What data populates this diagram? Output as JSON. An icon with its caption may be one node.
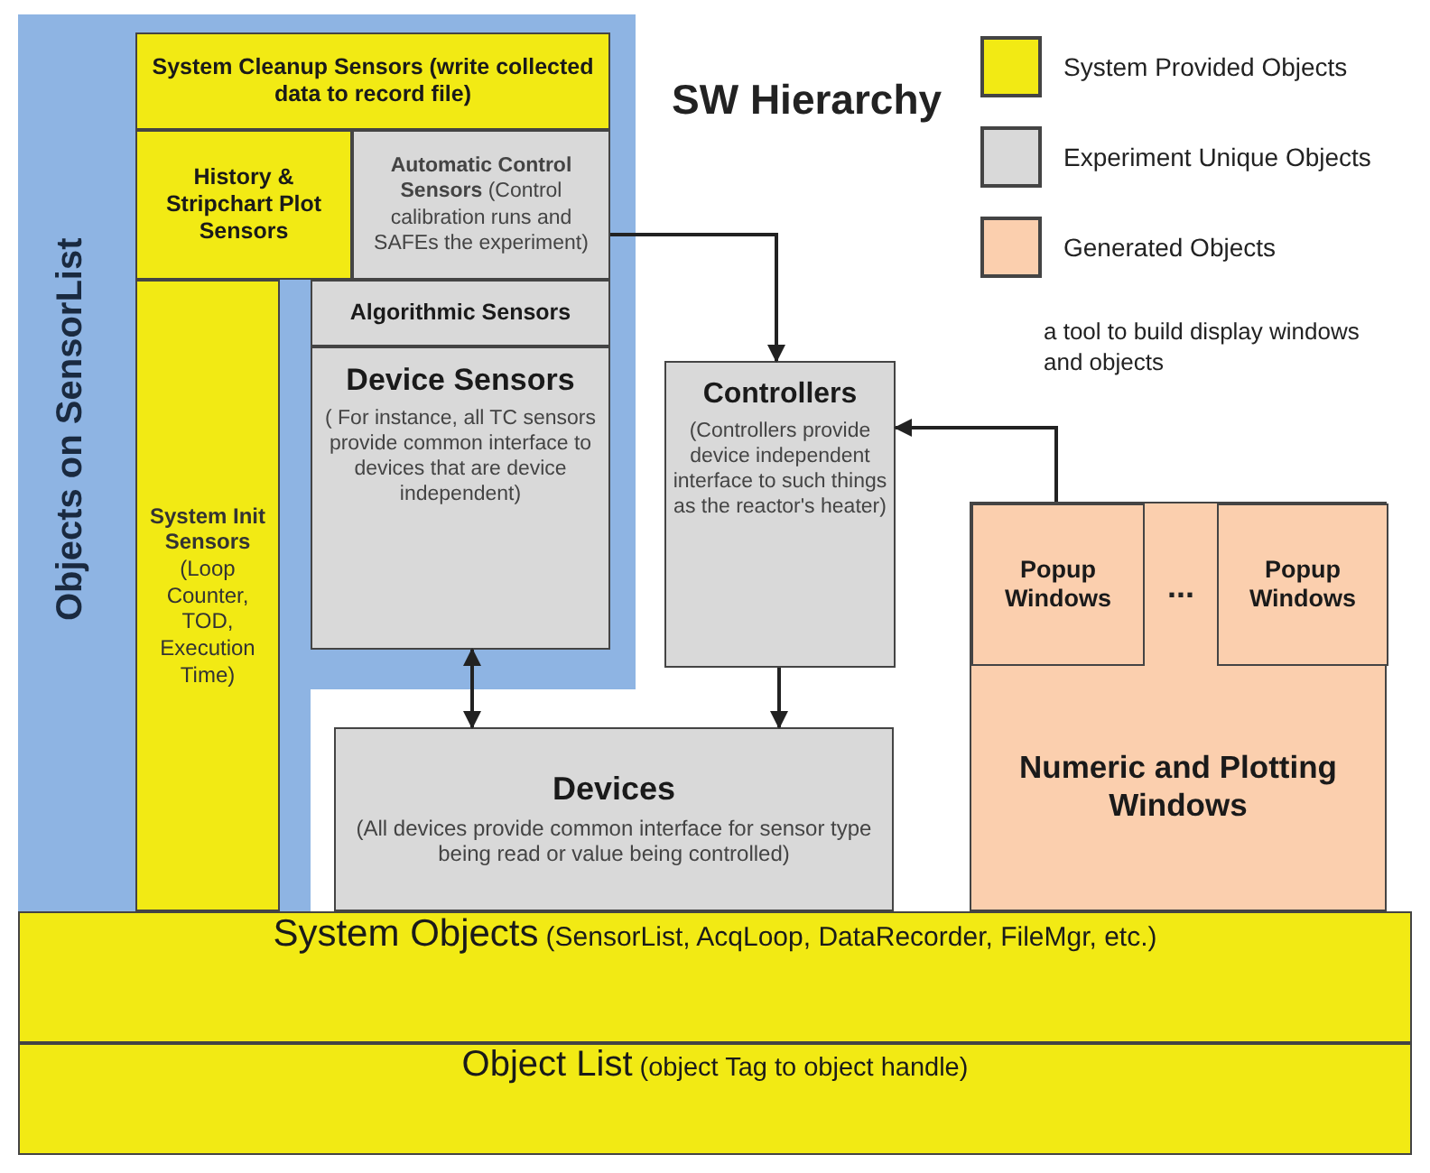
{
  "diagram": {
    "title": "SW Hierarchy",
    "nodes": [
      {
        "text": [
          "Objects on SensorList"
        ]
      },
      {
        "text": [
          "System Cleanup Sensors (write collected data to record file)"
        ],
        "in": 0
      },
      {
        "text": [
          "History & Stripchart Plot Sensors"
        ],
        "in": 0
      },
      {
        "text": [
          "**Automatic Control Sensors** (Control calibration runs and SAFEs the experiment)"
        ],
        "in": 0
      },
      {
        "text": [
          "**System Init Sensors** (Loop Counter, TOD, Execution Time)"
        ],
        "in": 0
      },
      {
        "text": [
          "Algorithmic Sensors"
        ],
        "in": 0
      },
      {
        "text": [
          "Device Sensors",
          "( For instance, all TC sensors provide common interface to devices that are device independent)"
        ],
        "in": 0
      },
      {
        "text": [
          "Devices",
          "(All devices provide common interface for sensor type being read or value being controlled)"
        ]
      },
      {
        "text": [
          "Controllers",
          "(Controllers provide device independent interface to such things as the reactor's heater)"
        ]
      },
      {
        "text": [
          "Numeric and Plotting Windows"
        ]
      },
      {
        "text": [
          "Popup Windows"
        ],
        "in": 9
      },
      {
        "text": [
          "Popup Windows"
        ],
        "in": 9
      },
      {
        "text": [
          "System Objects",
          "(SensorList, AcqLoop, DataRecorder, FileMgr, etc.)"
        ]
      },
      {
        "text": [
          "Object List",
          "(object Tag to object handle)"
        ]
      }
    ],
    "edges": [
      {
        "from": 3,
        "to": 8,
        "arrow": "to"
      },
      {
        "from": 6,
        "to": 7,
        "arrow": "both"
      },
      {
        "from": 8,
        "to": 7,
        "arrow": "to"
      },
      {
        "from": 10,
        "to": 8,
        "arrow": "to"
      }
    ],
    "labels": [
      "a tool to build display windows and objects",
      "..."
    ],
    "legend": [
      {
        "text": "System Provided Objects",
        "color": "#f2ea14"
      },
      {
        "text": "Experiment Unique Objects",
        "color": "#d9d9d9"
      },
      {
        "text": "Generated Objects",
        "color": "#fbcfae"
      }
    ]
  }
}
